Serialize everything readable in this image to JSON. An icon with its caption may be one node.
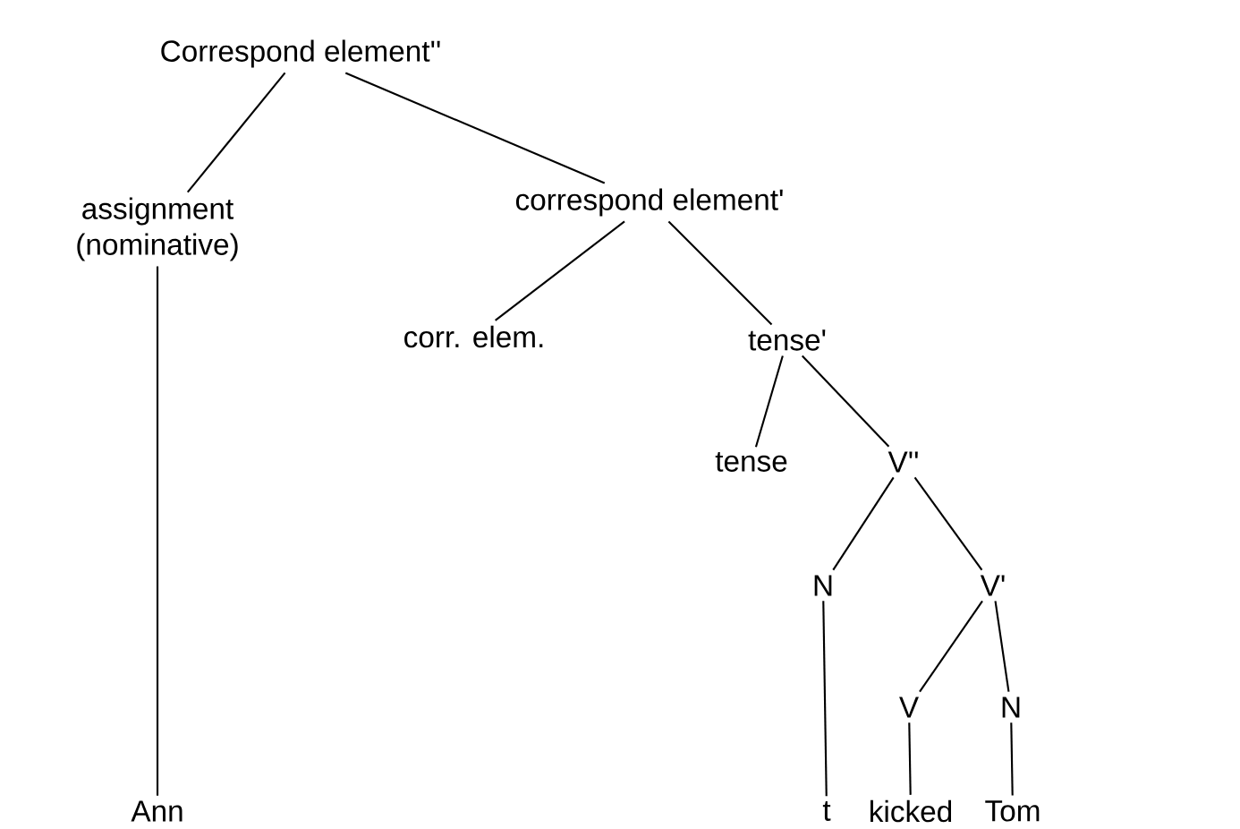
{
  "diagram": {
    "nodes": [
      {
        "text": [
          "Correspond element''"
        ]
      },
      {
        "text": [
          "assignment (nominative)"
        ]
      },
      {
        "text": [
          "correspond element'"
        ]
      },
      {
        "text": [
          "corr. elem."
        ]
      },
      {
        "text": [
          "tense'"
        ]
      },
      {
        "text": [
          "tense"
        ]
      },
      {
        "text": [
          "V''"
        ]
      },
      {
        "text": [
          "N"
        ]
      },
      {
        "text": [
          "V'"
        ]
      },
      {
        "text": [
          "V"
        ]
      },
      {
        "text": [
          "N"
        ]
      },
      {
        "text": [
          "Ann"
        ]
      },
      {
        "text": [
          "t"
        ]
      },
      {
        "text": [
          "kicked"
        ]
      },
      {
        "text": [
          "Tom"
        ]
      }
    ],
    "edges": [
      {
        "from": 0,
        "to": 1,
        "arrow": "none"
      },
      {
        "from": 0,
        "to": 2,
        "arrow": "none"
      },
      {
        "from": 2,
        "to": 3,
        "arrow": "none"
      },
      {
        "from": 2,
        "to": 4,
        "arrow": "none"
      },
      {
        "from": 4,
        "to": 5,
        "arrow": "none"
      },
      {
        "from": 4,
        "to": 6,
        "arrow": "none"
      },
      {
        "from": 6,
        "to": 7,
        "arrow": "none"
      },
      {
        "from": 6,
        "to": 8,
        "arrow": "none"
      },
      {
        "from": 8,
        "to": 9,
        "arrow": "none"
      },
      {
        "from": 8,
        "to": 10,
        "arrow": "none"
      },
      {
        "from": 1,
        "to": 11,
        "arrow": "none"
      },
      {
        "from": 7,
        "to": 12,
        "arrow": "none"
      },
      {
        "from": 9,
        "to": 13,
        "arrow": "none"
      },
      {
        "from": 10,
        "to": 14,
        "arrow": "none"
      }
    ]
  }
}
